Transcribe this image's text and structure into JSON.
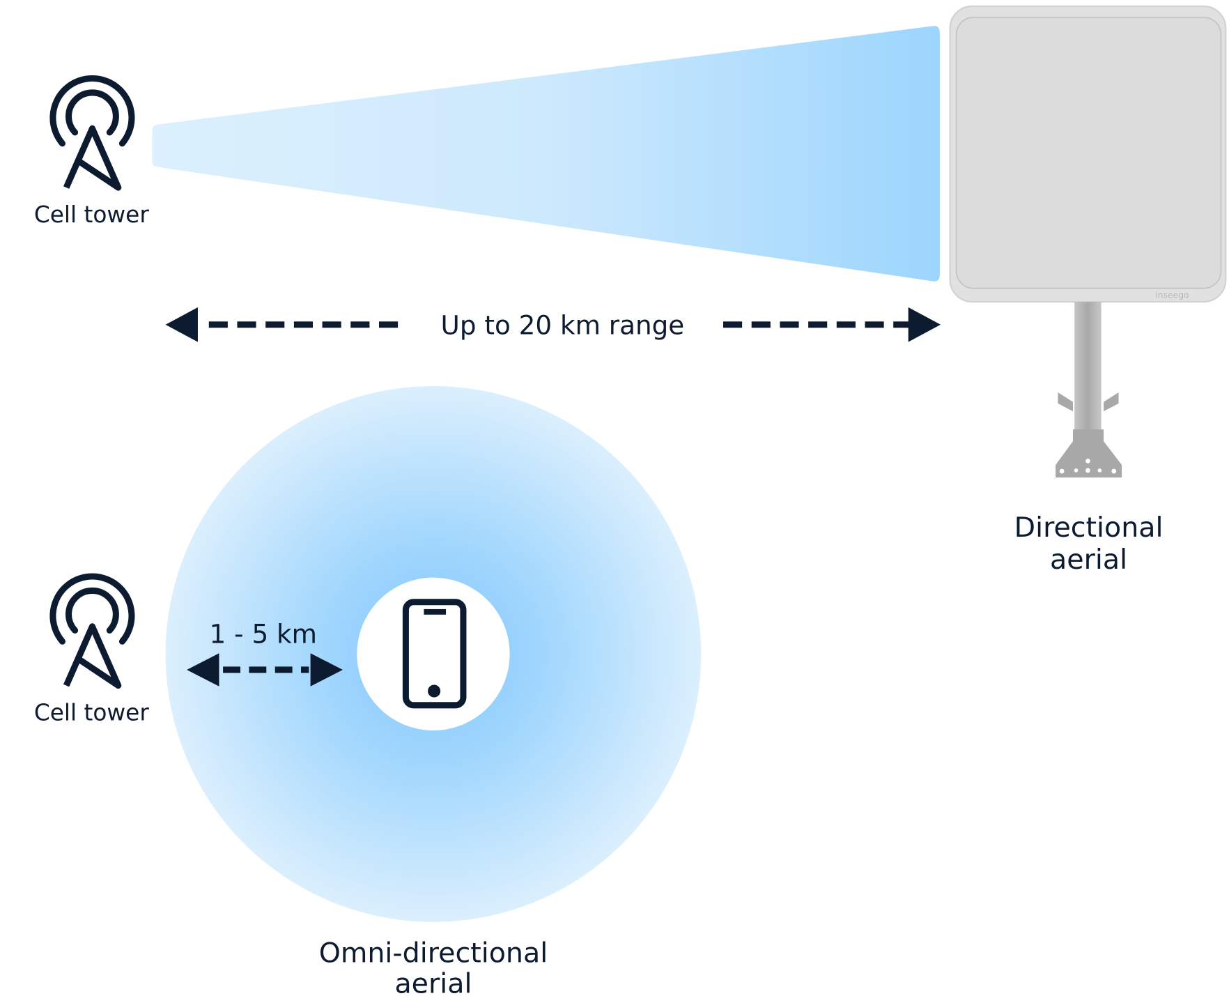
{
  "top": {
    "tower_label": "Cell tower",
    "range_label": "Up to 20 km range",
    "device_label_line1": "Directional",
    "device_label_line2": "aerial",
    "brand": "inseego"
  },
  "bottom": {
    "tower_label": "Cell tower",
    "range_label": "1 - 5 km",
    "device_label_line1": "Omni-directional",
    "device_label_line2": "aerial"
  },
  "colors": {
    "navy": "#0d1b30",
    "beam_light": "#dcf0fd",
    "beam_dark": "#9dd5fd"
  }
}
